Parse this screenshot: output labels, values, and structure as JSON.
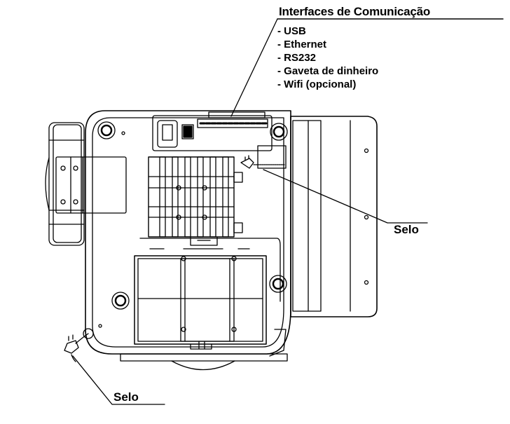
{
  "interfaces": {
    "title": "Interfaces de Comunicação",
    "items": [
      "- USB",
      "- Ethernet",
      "- RS232",
      "- Gaveta de dinheiro",
      "- Wifi (opcional)"
    ]
  },
  "seal_labels": {
    "right": "Selo",
    "bottom": "Selo"
  },
  "colors": {
    "line": "#000000",
    "shade": "#bdbdbd",
    "background": "#ffffff"
  }
}
